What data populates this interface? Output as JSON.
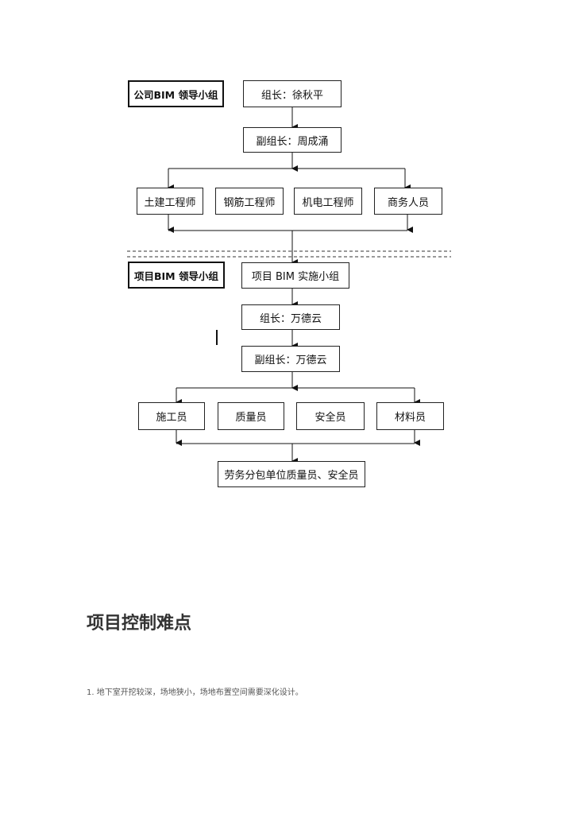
{
  "org": {
    "company_group": "公司BIM 领导小组",
    "company_leader": "组长：徐秋平",
    "company_deputy": "副组长：周成涌",
    "engineers": [
      "土建工程师",
      "钢筋工程师",
      "机电工程师",
      "商务人员"
    ],
    "project_group": "项目BIM 领导小组",
    "project_team": "项目 BIM 实施小组",
    "project_leader": "组长：万德云",
    "project_deputy": "副组长：万德云",
    "staff": [
      "施工员",
      "质量员",
      "安全员",
      "材料员"
    ],
    "subcontract": "劳务分包单位质量员、安全员"
  },
  "section": {
    "title": "项目控制难点",
    "items": [
      "1. 地下室开挖较深，场地狭小，场地布置空间需要深化设计。"
    ]
  }
}
